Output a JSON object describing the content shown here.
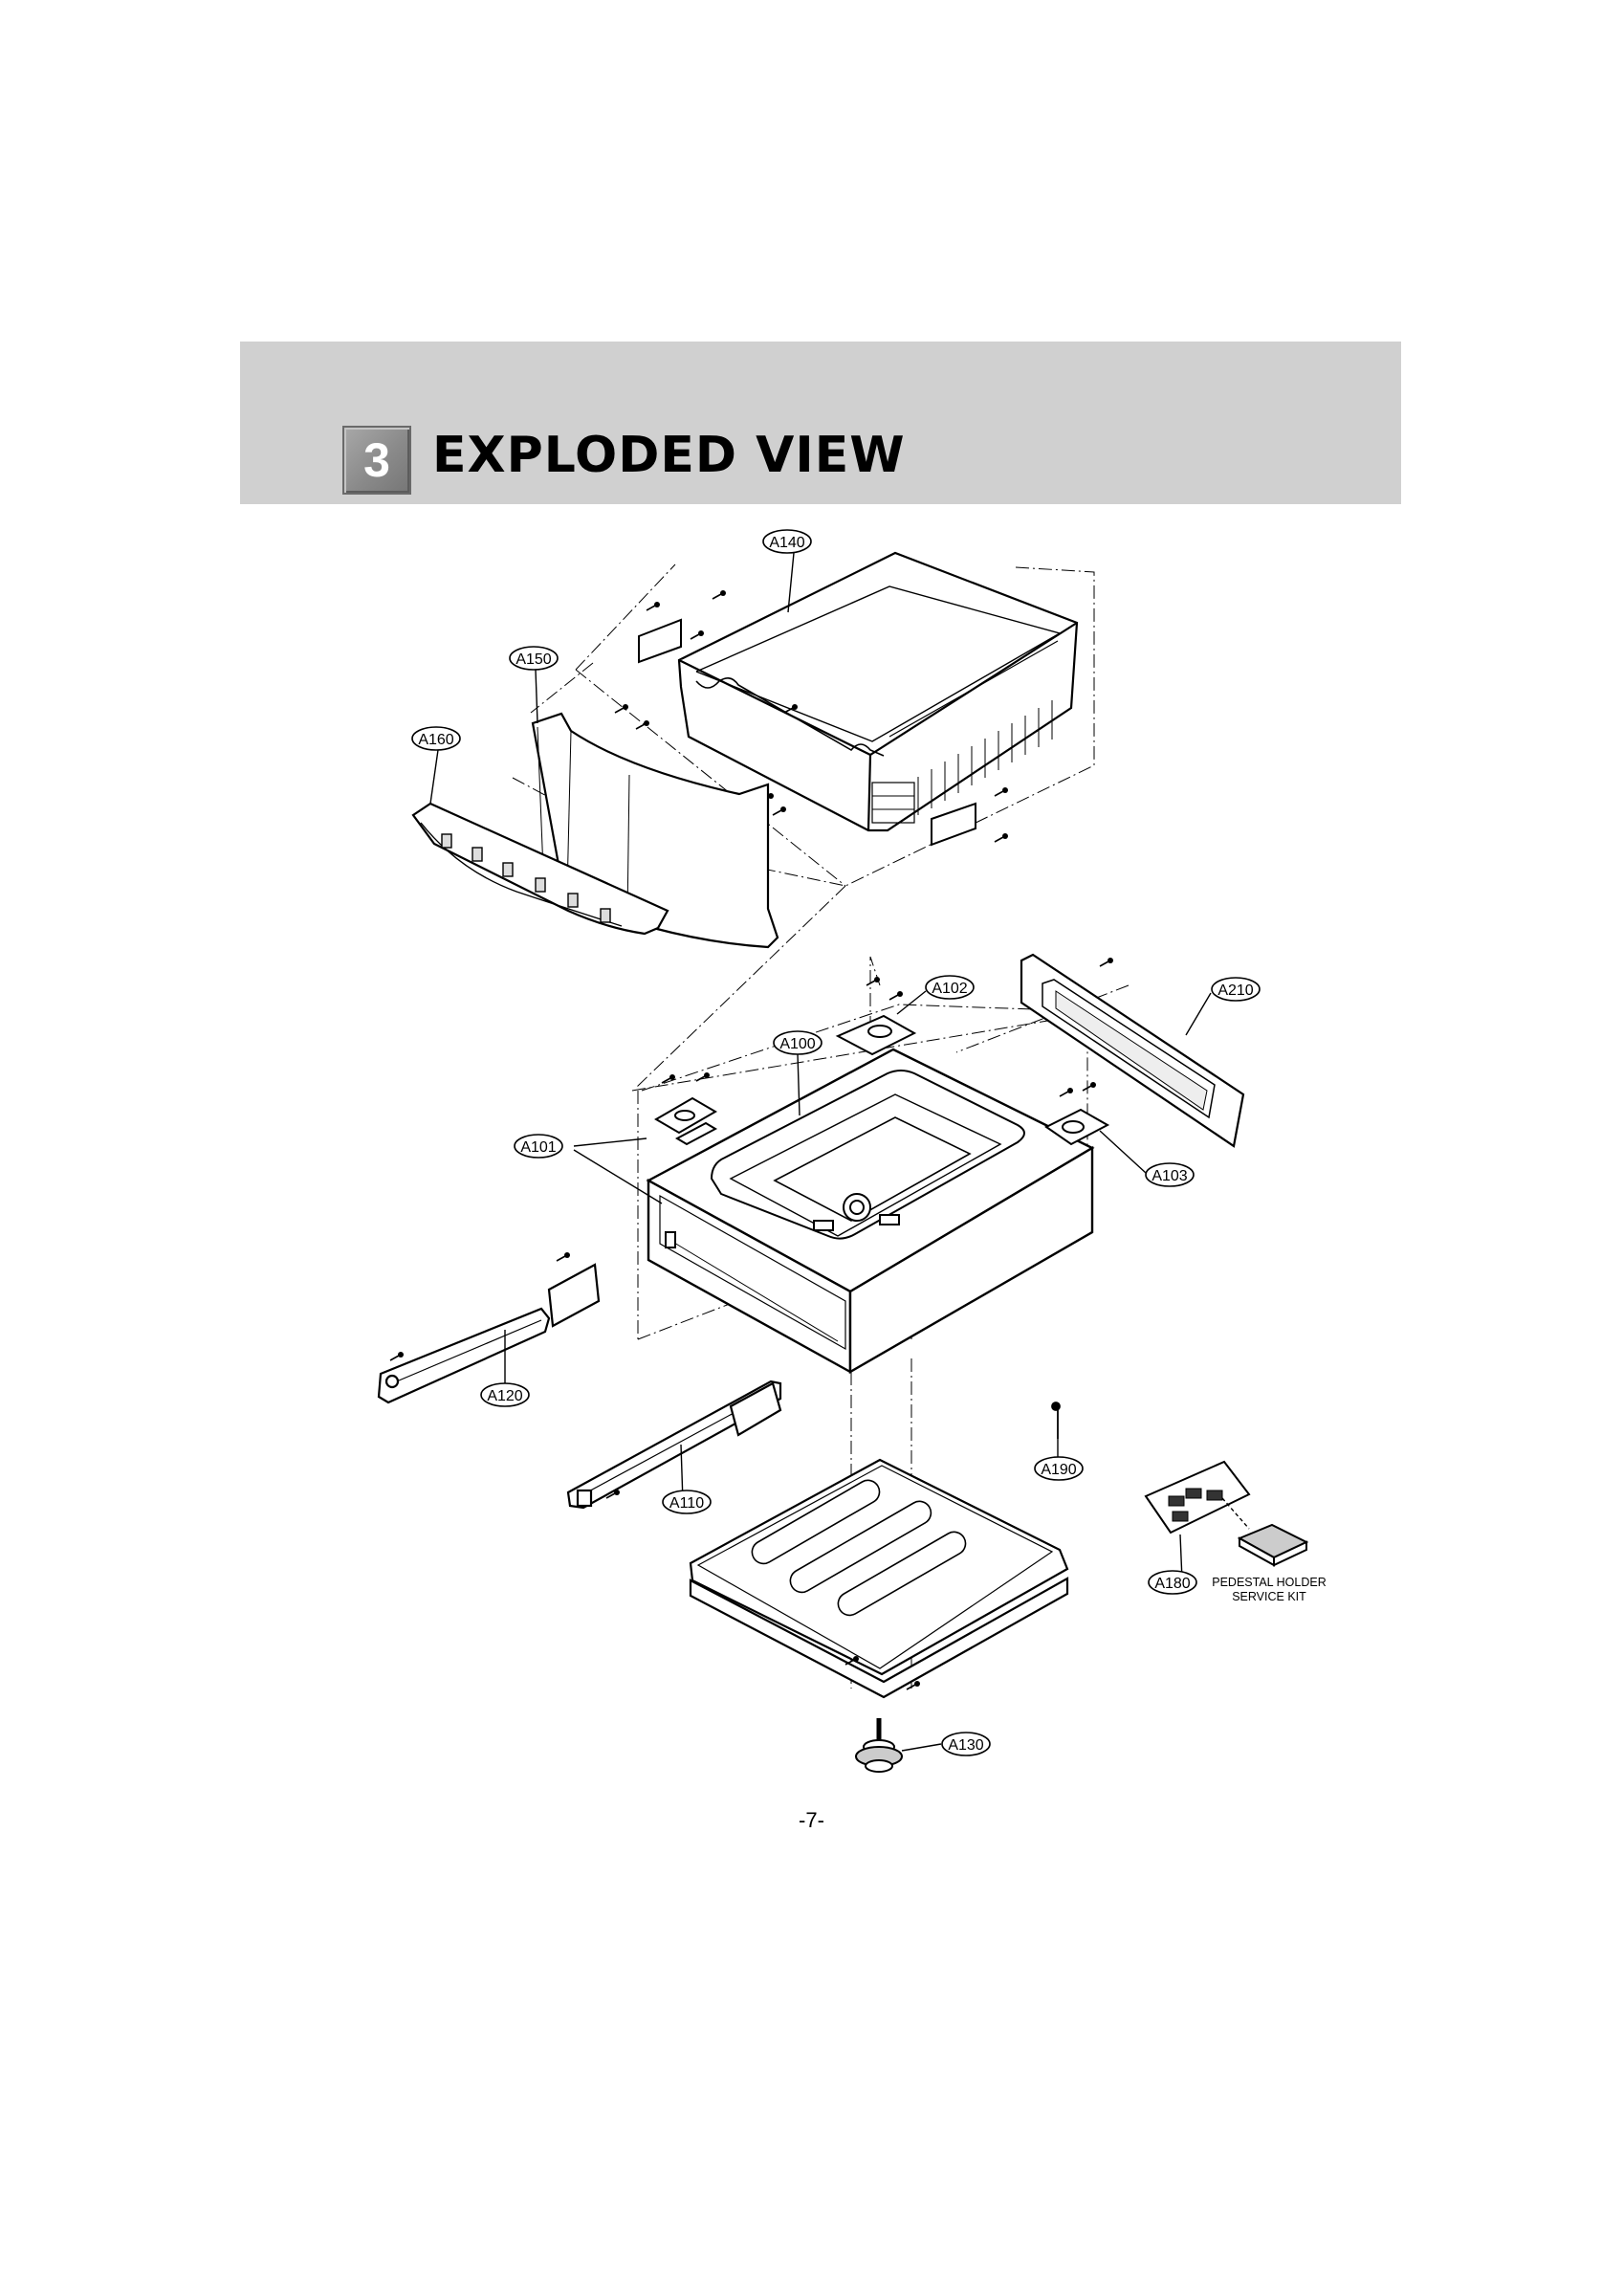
{
  "header": {
    "section_number": "3",
    "title": "EXPLODED VIEW"
  },
  "parts": {
    "a140": "A140",
    "a150": "A150",
    "a160": "A160",
    "a102": "A102",
    "a210": "A210",
    "a100": "A100",
    "a101": "A101",
    "a103": "A103",
    "a120": "A120",
    "a190": "A190",
    "a110": "A110",
    "a180": "A180",
    "a130": "A130"
  },
  "kit_label": {
    "line1": "PEDESTAL HOLDER",
    "line2": "SERVICE KIT"
  },
  "footer": {
    "page_number": "-7-"
  }
}
